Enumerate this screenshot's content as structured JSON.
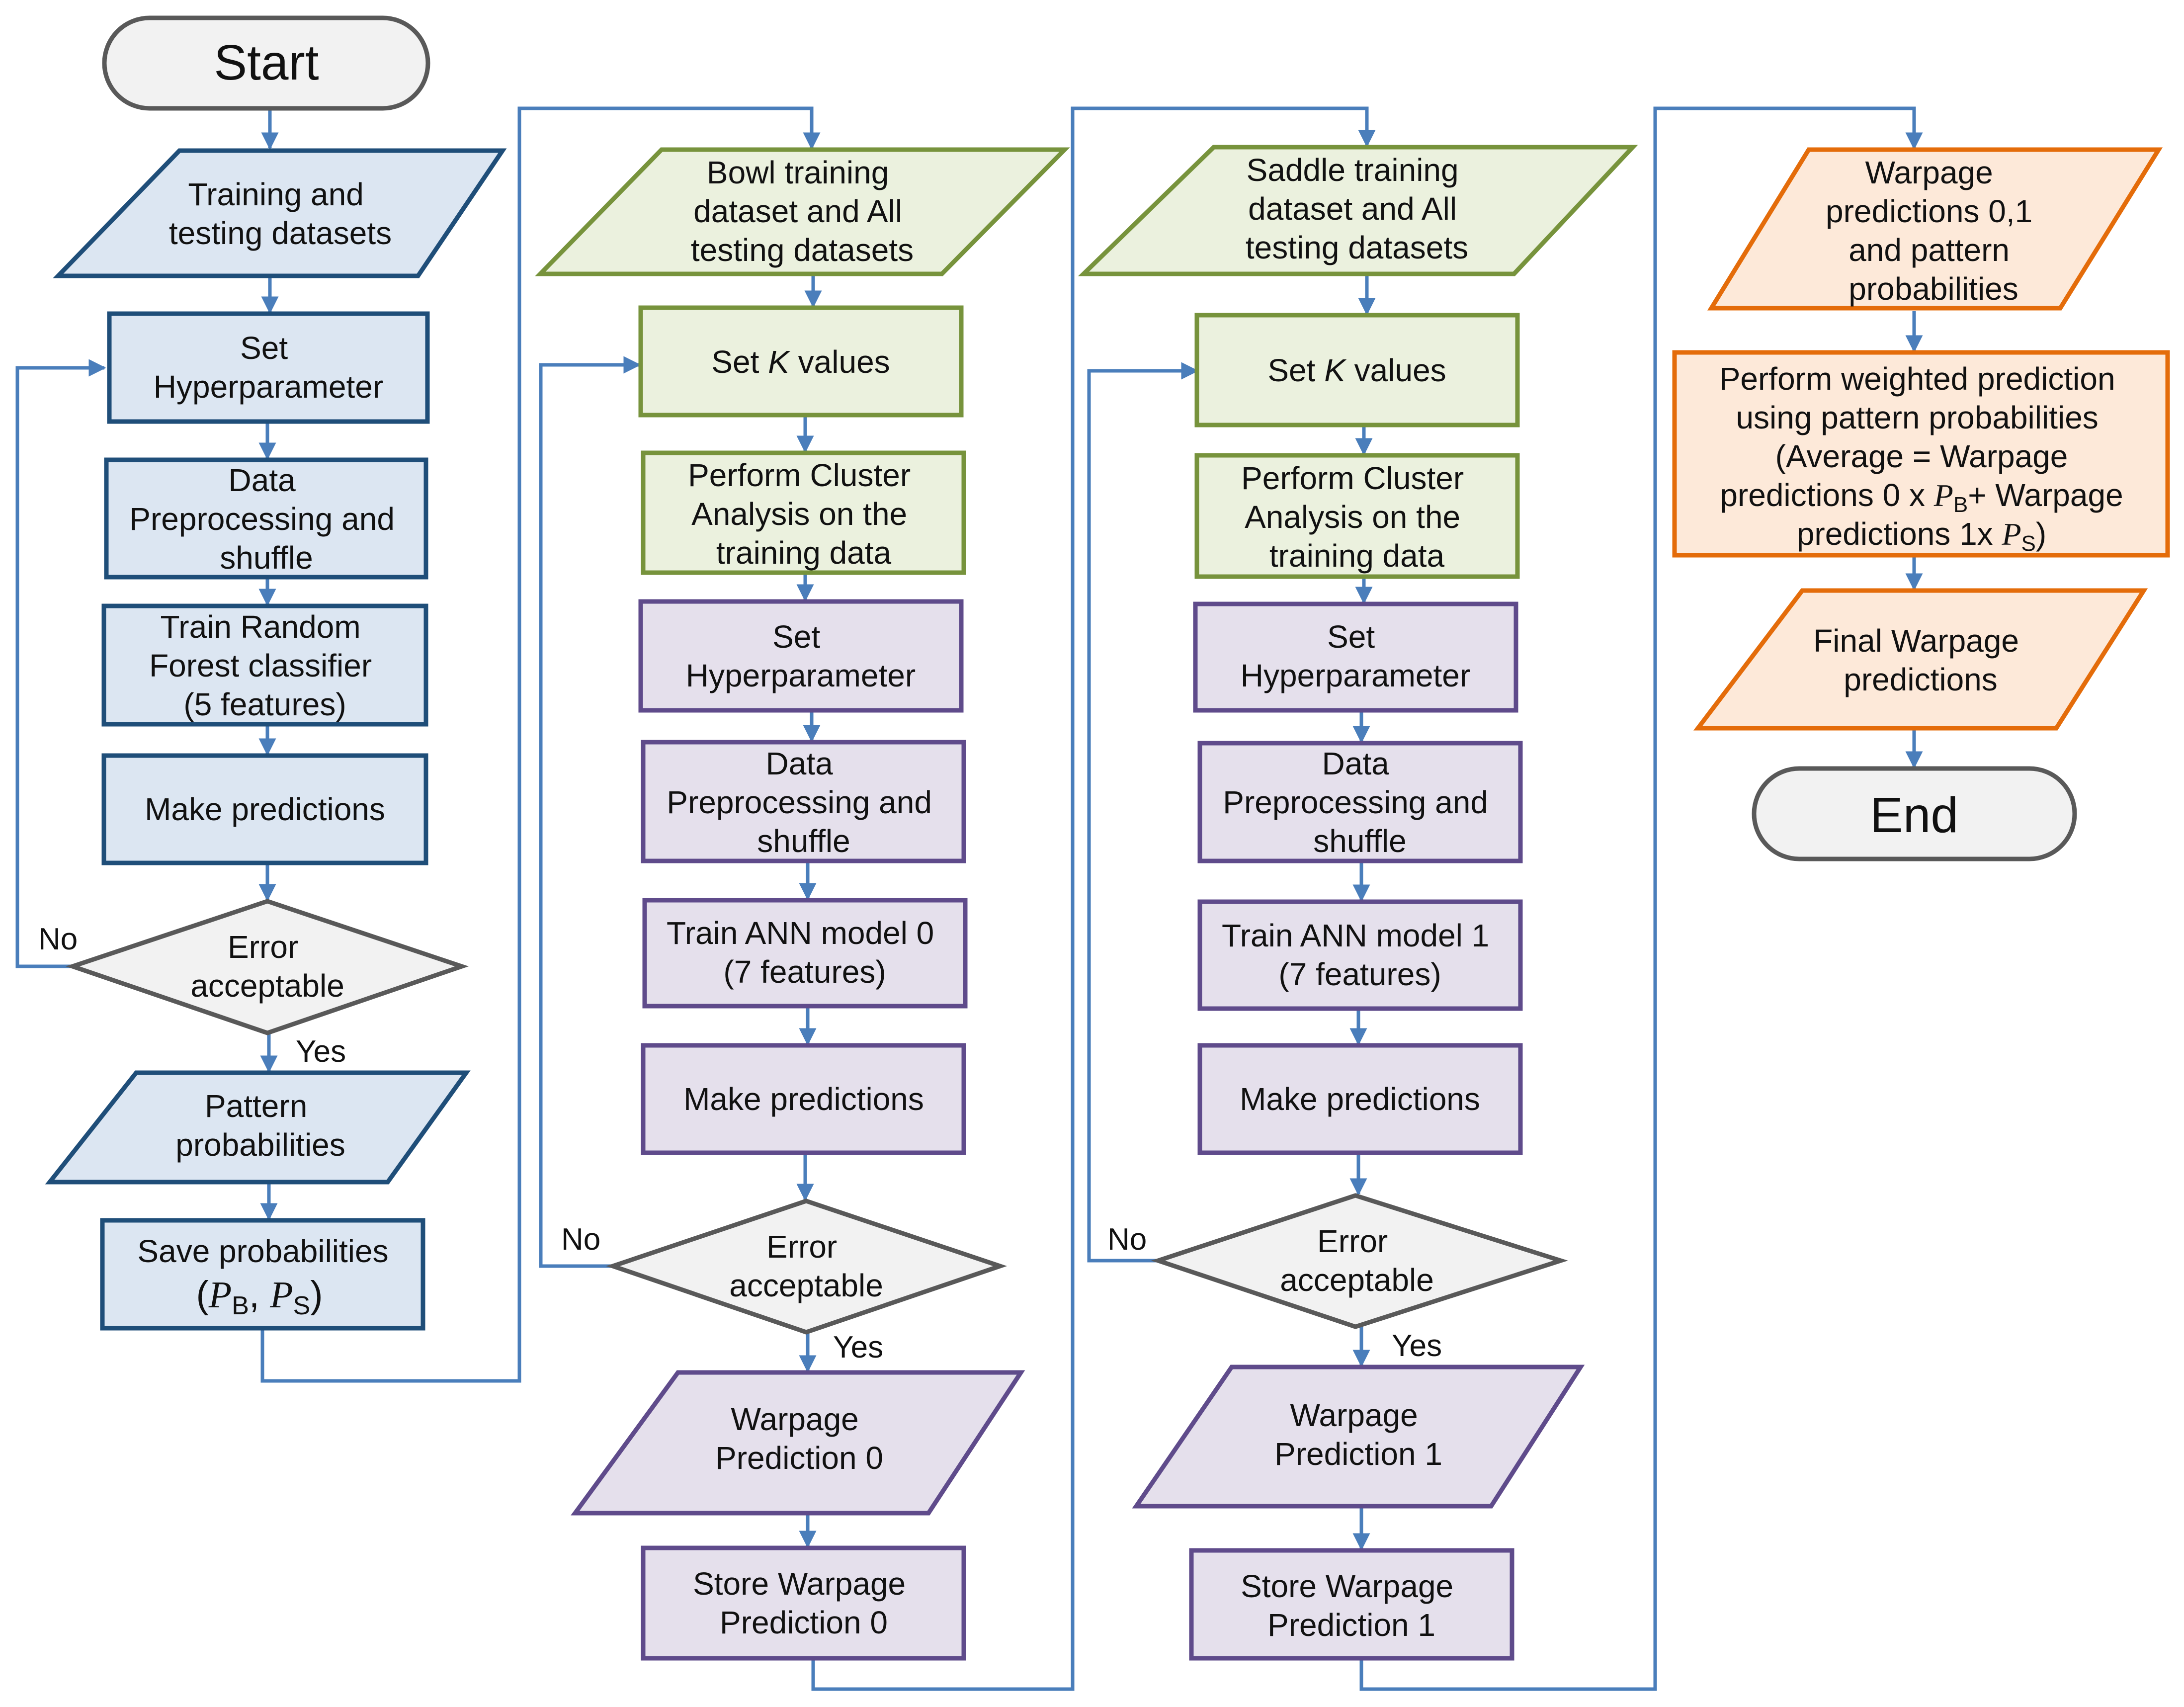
{
  "colors": {
    "blue_fill": "#dce6f2",
    "blue_stroke": "#1f4e79",
    "green_fill": "#ebf1de",
    "green_stroke": "#77933c",
    "purple_fill": "#e5e0ec",
    "purple_stroke": "#5f4b8b",
    "orange_fill": "#fde9d9",
    "orange_stroke": "#e46c0a",
    "grey_fill": "#f2f2f2",
    "grey_stroke": "#595959",
    "arrow": "#4a7ebb"
  },
  "column1": {
    "start": "Start",
    "datasets": [
      "Training and",
      "testing datasets"
    ],
    "set_hyper": [
      "Set",
      "Hyperparameter"
    ],
    "preprocess": [
      "Data",
      "Preprocessing and",
      "shuffle"
    ],
    "train_rf": [
      "Train Random",
      "Forest classifier",
      "(5 features)"
    ],
    "make_pred": "Make predictions",
    "decision": [
      "Error",
      "acceptable"
    ],
    "no": "No",
    "yes": "Yes",
    "pattern_prob": [
      "Pattern",
      "probabilities"
    ],
    "save_prob": "Save probabilities",
    "save_prob_math": {
      "open": "(",
      "p1": "P",
      "s1": "B",
      "sep": ", ",
      "p2": "P",
      "s2": "S",
      "close": ")"
    }
  },
  "column2": {
    "datasets": [
      "Bowl training",
      "dataset and All",
      "testing datasets"
    ],
    "set_k": {
      "pre": "Set ",
      "k": "K",
      "post": " values"
    },
    "cluster": [
      "Perform Cluster",
      "Analysis on the",
      "training data"
    ],
    "set_hyper": [
      "Set",
      "Hyperparameter"
    ],
    "preprocess": [
      "Data",
      "Preprocessing and",
      "shuffle"
    ],
    "train_ann": [
      "Train ANN model 0",
      "(7 features)"
    ],
    "make_pred": "Make predictions",
    "decision": [
      "Error",
      "acceptable"
    ],
    "no": "No",
    "yes": "Yes",
    "warpage_pred": [
      "Warpage",
      "Prediction 0"
    ],
    "store": [
      "Store Warpage",
      "Prediction 0"
    ]
  },
  "column3": {
    "datasets": [
      "Saddle training",
      "dataset and All",
      "testing datasets"
    ],
    "set_k": {
      "pre": "Set ",
      "k": "K",
      "post": " values"
    },
    "cluster": [
      "Perform Cluster",
      "Analysis on the",
      "training data"
    ],
    "set_hyper": [
      "Set",
      "Hyperparameter"
    ],
    "preprocess": [
      "Data",
      "Preprocessing and",
      "shuffle"
    ],
    "train_ann": [
      "Train ANN model 1",
      "(7 features)"
    ],
    "make_pred": "Make predictions",
    "decision": [
      "Error",
      "acceptable"
    ],
    "no": "No",
    "yes": "Yes",
    "warpage_pred": [
      "Warpage",
      "Prediction 1"
    ],
    "store": [
      "Store Warpage",
      "Prediction 1"
    ]
  },
  "column4": {
    "inputs": [
      "Warpage",
      "predictions 0,1",
      "and pattern",
      "probabilities"
    ],
    "weighted": {
      "line1": "Perform weighted prediction",
      "line2": "using pattern probabilities",
      "line3": "(Average = Warpage",
      "line4_pre": "predictions 0 x ",
      "line4_p": "P",
      "line4_sub": "B",
      "line4_post": "+ Warpage",
      "line5_pre": "predictions 1x ",
      "line5_p": "P",
      "line5_sub": "S",
      "line5_post": ")"
    },
    "final": [
      "Final Warpage",
      "predictions"
    ],
    "end": "End"
  }
}
